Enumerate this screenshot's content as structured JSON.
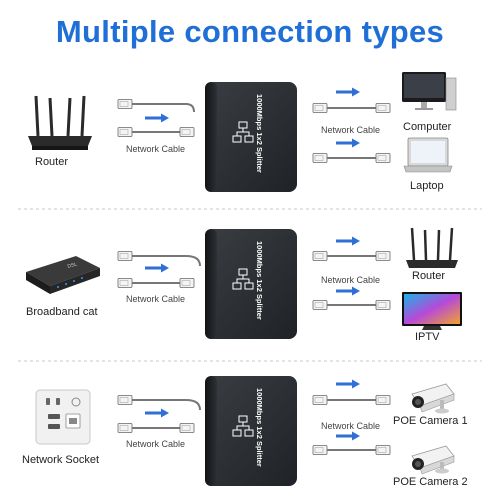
{
  "title": "Multiple connection types",
  "device_label": "1000Mbps 1x2 Splitter",
  "cable_label": "Network Cable",
  "rows": [
    {
      "source": "Router",
      "outputs": [
        "Computer",
        "Laptop"
      ]
    },
    {
      "source": "Broadband cat",
      "outputs": [
        "Router",
        "IPTV"
      ]
    },
    {
      "source": "Network Socket",
      "outputs": [
        "POE Camera 1",
        "POE Camera 2"
      ]
    }
  ],
  "colors": {
    "title": "#1f6fd6",
    "arrow": "#2f6fd6",
    "device": "#2a2d31",
    "divider": "#c8c8c8"
  },
  "icons": [
    "router-icon",
    "modem-icon",
    "wall-socket-icon",
    "computer-icon",
    "laptop-icon",
    "tv-icon",
    "camera-icon",
    "splitter-icon",
    "ethernet-cable-icon",
    "arrow-right-icon"
  ]
}
